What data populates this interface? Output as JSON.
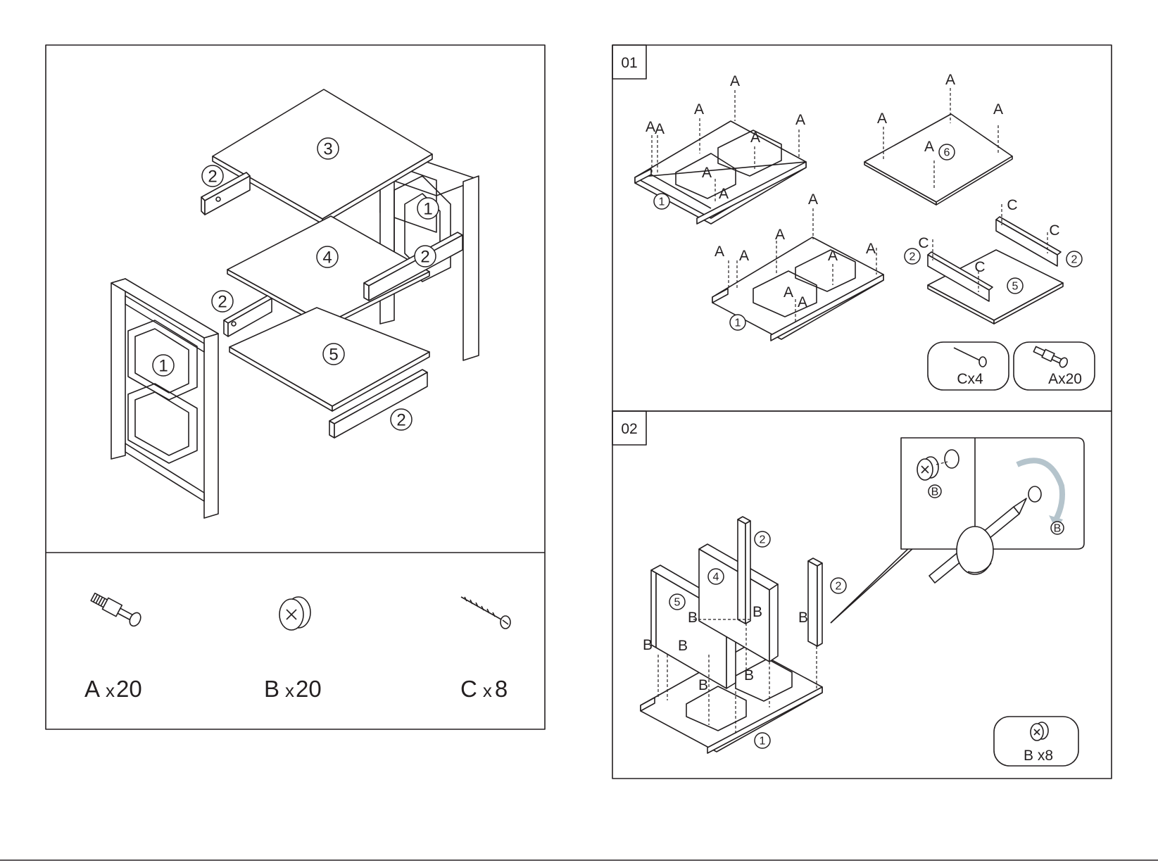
{
  "overview": {
    "parts": {
      "p1a": "1",
      "p1b": "1",
      "p2a": "2",
      "p2b": "2",
      "p2c": "2",
      "p2d": "2",
      "p3": "3",
      "p4": "4",
      "p5": "5"
    },
    "hardware": [
      {
        "letter": "A",
        "sep": "x",
        "qty": "20",
        "icon": "cam-bolt-icon"
      },
      {
        "letter": "B",
        "sep": "x",
        "qty": "20",
        "icon": "cam-lock-nut-icon"
      },
      {
        "letter": "C",
        "sep": "x",
        "qty": "8",
        "icon": "wood-screw-icon"
      }
    ]
  },
  "step1": {
    "step_number": "01",
    "letter_A": "A",
    "letter_C": "C",
    "parts": {
      "p1": "1",
      "p6": "6",
      "p2": "2",
      "p5": "5"
    },
    "hardware": [
      {
        "label": "Cx4",
        "icon": "wood-screw-icon"
      },
      {
        "label": "Ax20",
        "icon": "cam-bolt-icon"
      }
    ]
  },
  "step2": {
    "step_number": "02",
    "letter_B": "B",
    "parts": {
      "p1": "1",
      "p2": "2",
      "p4": "4",
      "p5": "5"
    },
    "detail_label": "B",
    "hardware": {
      "label": "B x8",
      "icon": "cam-lock-nut-icon"
    }
  },
  "colors": {
    "line": "#231f20",
    "accent_arrow": "#b5c4cc",
    "faded_text": "#8a8a8a"
  }
}
